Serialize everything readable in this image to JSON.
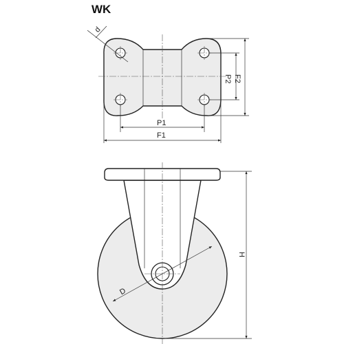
{
  "title": "WK",
  "dimensions": {
    "d": "d",
    "p1": "P1",
    "f1": "F1",
    "p2": "P2",
    "f2": "F2",
    "h": "H",
    "wheel_d": "D"
  },
  "colors": {
    "fill": "#ececec",
    "line": "#222222"
  }
}
